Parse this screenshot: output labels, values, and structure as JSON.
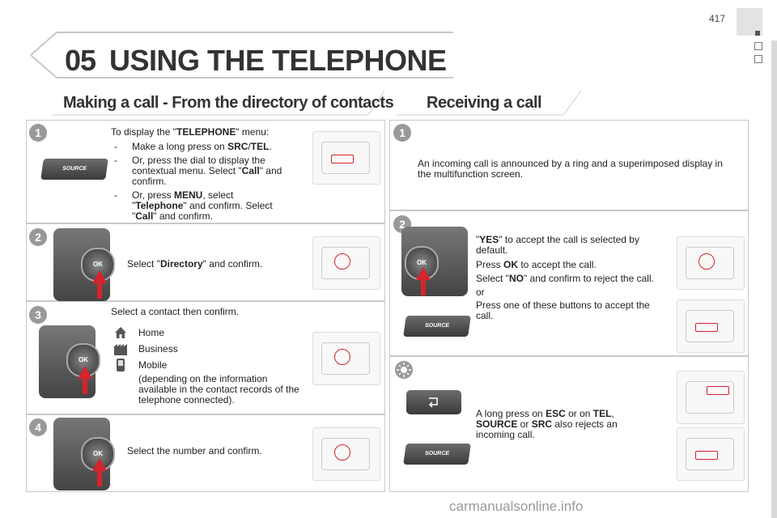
{
  "page": {
    "number": "417"
  },
  "header": {
    "chapter": "05",
    "title": "USING THE TELEPHONE"
  },
  "left_section": {
    "title": "Making a call - From the directory of contacts",
    "step1": {
      "num": "1",
      "intro_pre": "To display the \"",
      "intro_b": "TELEPHONE",
      "intro_post": "\" menu:",
      "b1_pre": "Make a long press on ",
      "b1_b": "SRC",
      "b1_mid": "/",
      "b1_b2": "TEL",
      "b1_post": ".",
      "b2_pre": "Or, press the dial to display the contextual menu. Select \"",
      "b2_b": "Call",
      "b2_post": "\" and confirm.",
      "b3_pre": "Or, press ",
      "b3_b": "MENU",
      "b3_mid": ", select \"",
      "b3_b2": "Telephone",
      "b3_mid2": "\" and confirm. Select \"",
      "b3_b3": "Call",
      "b3_post": "\" and confirm.",
      "dash": "-",
      "source_label": "SOURCE"
    },
    "step2": {
      "num": "2",
      "text_pre": "Select \"",
      "text_b": "Directory",
      "text_post": "\" and confirm.",
      "ok": "OK"
    },
    "step3": {
      "num": "3",
      "text": "Select a contact then confirm.",
      "home": "Home",
      "business": "Business",
      "mobile": "Mobile",
      "note": "(depending on the information available in the contact records of the telephone connected).",
      "ok": "OK"
    },
    "step4": {
      "num": "4",
      "text": "Select the number and confirm.",
      "ok": "OK"
    }
  },
  "right_section": {
    "title": "Receiving a call",
    "step1": {
      "num": "1",
      "text": "An incoming call is announced by a ring and a superimposed display in the multifunction screen."
    },
    "step2": {
      "num": "2",
      "l1_pre": "\"",
      "l1_b": "YES",
      "l1_post": "\" to accept the call is selected by default.",
      "l2_pre": "Press ",
      "l2_b": "OK",
      "l2_post": " to accept the call.",
      "l3_pre": "Select \"",
      "l3_b": "NO",
      "l3_post": "\" and confirm to reject the call.",
      "l4": "or",
      "l5": "Press one of these buttons to accept the call.",
      "ok": "OK",
      "source_label": "SOURCE"
    },
    "step3": {
      "t_pre": "A long press on ",
      "t_b1": "ESC",
      "t_mid1": " or on ",
      "t_b2": "TEL",
      "t_mid2": ",",
      "t_b3": "SOURCE",
      "t_mid3": " or ",
      "t_b4": "SRC",
      "t_post": " also rejects an incoming call.",
      "source_label": "SOURCE"
    }
  },
  "watermark": "carmanualsonline.info",
  "colors": {
    "accent_red": "#d6242c",
    "step_grey": "#999999"
  }
}
